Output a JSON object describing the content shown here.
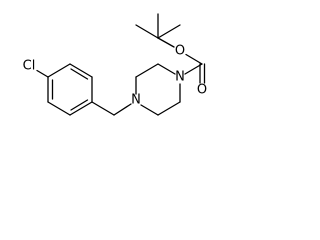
{
  "molecule": {
    "atoms": {
      "chlorine": "Cl",
      "nitrogen_benzylic": "N",
      "nitrogen_carbamate": "N",
      "oxygen_ester": "O",
      "oxygen_carbonyl": "O"
    }
  },
  "colors": {
    "bond": "#000000",
    "label": "#000000",
    "background": "#ffffff"
  }
}
